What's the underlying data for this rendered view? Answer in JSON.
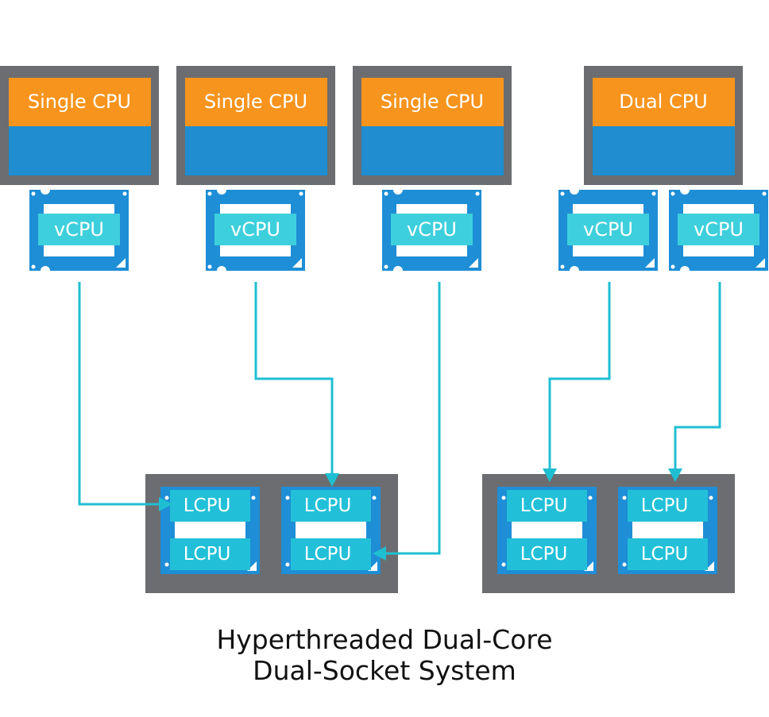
{
  "colors": {
    "frame": "#6c6d70",
    "vm_header": "#f7941d",
    "vm_body": "#1f8dd0",
    "chip_body": "#1e8ed6",
    "chip_label": "#3ecfdd",
    "lcpu_label": "#22c0d8",
    "arrow": "#1fbfd2"
  },
  "vms": [
    {
      "label": "Single CPU"
    },
    {
      "label": "Single CPU"
    },
    {
      "label": "Single CPU"
    },
    {
      "label": "Dual CPU"
    }
  ],
  "vcpus": [
    {
      "label": "vCPU"
    },
    {
      "label": "vCPU"
    },
    {
      "label": "vCPU"
    },
    {
      "label": "vCPU"
    },
    {
      "label": "vCPU"
    }
  ],
  "sockets": [
    {
      "cores": [
        {
          "threads": [
            "LCPU",
            "LCPU"
          ]
        },
        {
          "threads": [
            "LCPU",
            "LCPU"
          ]
        }
      ]
    },
    {
      "cores": [
        {
          "threads": [
            "LCPU",
            "LCPU"
          ]
        },
        {
          "threads": [
            "LCPU",
            "LCPU"
          ]
        }
      ]
    }
  ],
  "caption": {
    "line1": "Hyperthreaded Dual-Core",
    "line2": "Dual-Socket System"
  }
}
